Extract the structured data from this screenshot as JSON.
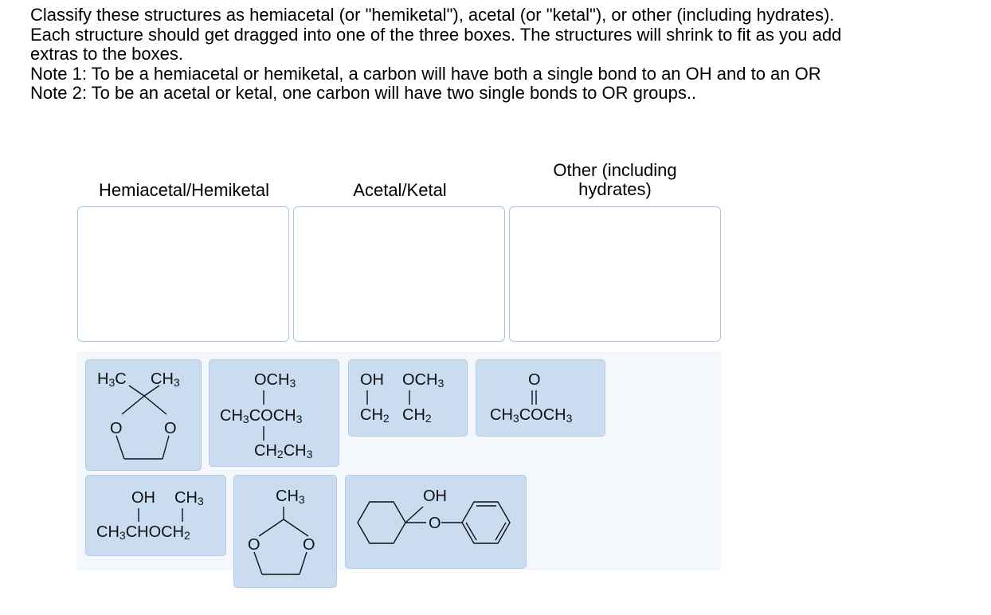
{
  "instructions": {
    "line1": "Classify these structures as hemiacetal (or \"hemiketal\"), acetal (or \"ketal\"), or other (including hydrates).",
    "line2": "Each structure should get dragged into one of the three boxes.  The structures will shrink to fit as you add",
    "line3": "extras to the boxes.",
    "line4": "Note 1:  To be a hemiacetal or hemiketal, a carbon will have both a single bond to an OH and to an OR",
    "line5": "Note 2:  To be an acetal or ketal, one carbon will have two single bonds to OR groups.."
  },
  "bins": [
    {
      "label": "Hemiacetal/Hemiketal"
    },
    {
      "label": "Acetal/Ketal"
    },
    {
      "label_line1": "Other (including",
      "label_line2": "hydrates)"
    }
  ],
  "colors": {
    "card_fill": "#c9dcf0",
    "card_border": "#b3cce7",
    "bin_border": "#a9c6e6",
    "pool_bg": "#f4f7fb"
  },
  "structures": {
    "s1": {
      "left_label": "H",
      "left_sub": "3",
      "left_tail": "C",
      "right_label": "CH",
      "right_sub": "3",
      "o_left": "O",
      "o_right": "O"
    },
    "s2": {
      "top": "OCH",
      "top_sub": "3",
      "mid_a": "CH",
      "mid_a_sub": "3",
      "mid_b": "COCH",
      "mid_b_sub": "3",
      "bot": "CH",
      "bot_sub": "2",
      "bot_tail": "CH",
      "bot_tail_sub": "3"
    },
    "s3": {
      "oh": "OH",
      "och3": "OCH",
      "och3_sub": "3",
      "ch2a": "CH",
      "ch2a_sub": "2",
      "ch2b": "CH",
      "ch2b_sub": "2"
    },
    "s4": {
      "o": "O",
      "a": "CH",
      "a_sub": "3",
      "b": "COCH",
      "b_sub": "3"
    },
    "s5": {
      "oh": "OH",
      "ch3": "CH",
      "ch3_sub": "3",
      "a": "CH",
      "a_sub": "3",
      "b": "CHOCH",
      "b_sub": "2"
    },
    "s6": {
      "ch3": "CH",
      "ch3_sub": "3",
      "o_left": "O",
      "o_right": "O"
    },
    "s7": {
      "oh": "OH",
      "o": "O"
    }
  }
}
